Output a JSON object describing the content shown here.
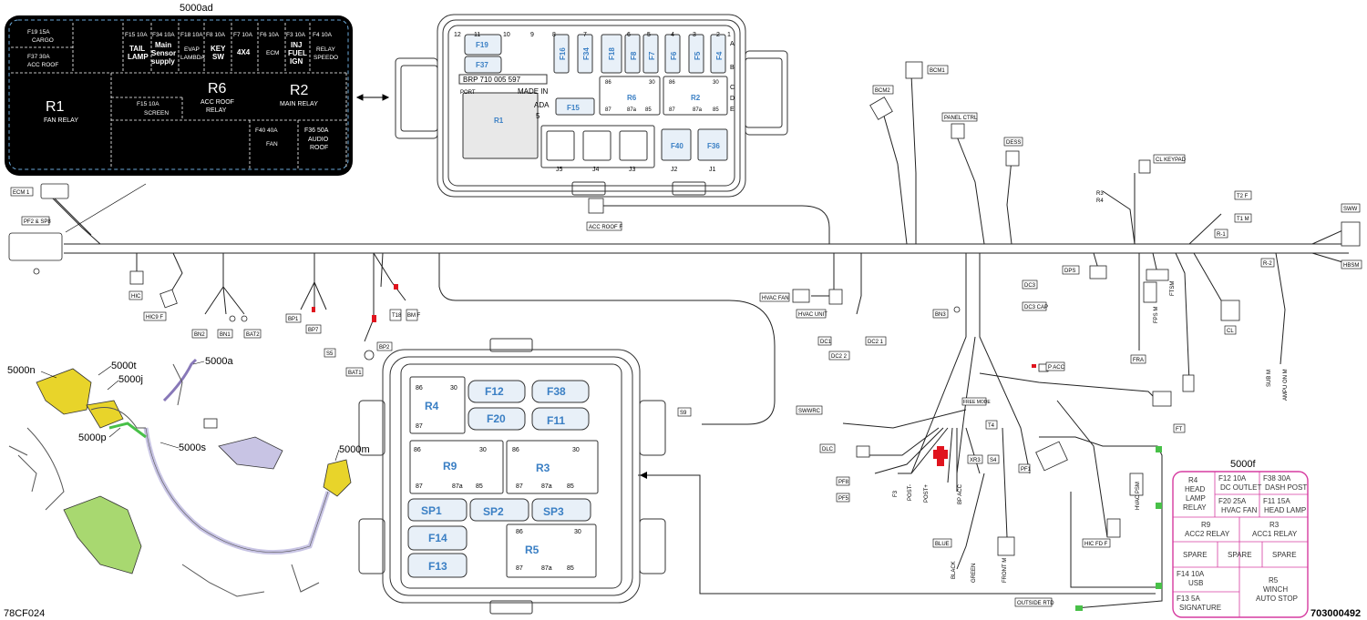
{
  "top_left_box": {
    "title": "5000ad",
    "cells": [
      {
        "id": "c1",
        "line1": "F19     15A",
        "line2": "CARGO"
      },
      {
        "id": "c2",
        "line1": "F37     30A",
        "line2": "ACC ROOF"
      },
      {
        "id": "c3",
        "line1": "F15 10A",
        "line2": "TAIL",
        "line3": "LAMP"
      },
      {
        "id": "c4",
        "line1": "F34 10A",
        "line2": "Main",
        "line3": "Sensor",
        "line4": "supply"
      },
      {
        "id": "c5",
        "line1": "F18 10A",
        "line2": "EVAP",
        "line3": "LAMBDA"
      },
      {
        "id": "c6",
        "line1": "F8 10A",
        "line2": "KEY",
        "line3": "SW"
      },
      {
        "id": "c7",
        "line1": "F7 10A",
        "line2": "4X4"
      },
      {
        "id": "c8",
        "line1": "F6 10A",
        "line2": "ECM"
      },
      {
        "id": "c9",
        "line1": "F3     10A",
        "line2": "INJ",
        "line3": "FUEL",
        "line4": "IGN"
      },
      {
        "id": "c10",
        "line1": "F4    10A",
        "line2": "RELAY",
        "line3": "SPEEDO"
      },
      {
        "id": "c11",
        "line1": "R1",
        "line2": "FAN RELAY"
      },
      {
        "id": "c12",
        "line1": "F15        10A",
        "line2": "SCREEN"
      },
      {
        "id": "c13",
        "line1": "R6",
        "line2": "ACC ROOF",
        "line3": "RELAY"
      },
      {
        "id": "c14",
        "line1": "R2",
        "line2": "MAIN RELAY"
      },
      {
        "id": "c15",
        "line1": "F40     40A",
        "line2": "FAN"
      },
      {
        "id": "c16",
        "line1": "F36 50A",
        "line2": "AUDIO",
        "line3": "ROOF"
      }
    ]
  },
  "fuse_box_top": {
    "pins_top": [
      "12",
      "11",
      "10",
      "9",
      "8",
      "7",
      "6",
      "5",
      "4",
      "3",
      "2",
      "1"
    ],
    "pins_side": [
      "A",
      "B",
      "C",
      "D",
      "E"
    ],
    "fuses": [
      "F19",
      "F37",
      "F16",
      "F34",
      "F18",
      "F8",
      "F7",
      "F6",
      "F5",
      "F4",
      "F15",
      "F40",
      "F36"
    ],
    "relays": [
      "R6",
      "R2",
      "R1"
    ],
    "relay_pins": [
      "86",
      "30",
      "87",
      "87a",
      "85"
    ],
    "part_number": "BRP 710 005 597",
    "made_in": "MADE IN",
    "ada": "ADA",
    "port": "PORT",
    "small_num": "5",
    "jacks": [
      "J5",
      "J4",
      "J3",
      "J2",
      "J1"
    ]
  },
  "fuse_box_bottom": {
    "relays": [
      "R4",
      "R9",
      "R3",
      "R5"
    ],
    "fuses": [
      "F12",
      "F38",
      "F20",
      "F11",
      "F14",
      "F13"
    ],
    "spares": [
      "SP1",
      "SP2",
      "SP3"
    ],
    "relay_pins": [
      "86",
      "30",
      "87",
      "87a",
      "85"
    ]
  },
  "harness_labels": {
    "ecm1": "ECM 1",
    "pf2": "PF2 & SP8",
    "hic": "HIC",
    "hic9": "HIC9 F",
    "bn2": "BN2",
    "bn1": "BN1",
    "bat2": "BAT2",
    "bp1": "BP1",
    "bp7": "BP7",
    "s5": "S5",
    "bat1": "BAT1",
    "bp2": "BP2",
    "t18": "T18",
    "bm": "BM F",
    "acc_roof": "ACC ROOF F",
    "bcm1": "BCM1",
    "bcm2": "BCM2",
    "panel_ctrl": "PANEL CTRL",
    "dess": "DESS",
    "cl_keypad": "CL KEYPAD",
    "r3r4": "R3",
    "r4": "R4",
    "t2": "T2 F",
    "t1": "T1 M",
    "r1": "R-1",
    "r2": "R-2",
    "sww": "SWW",
    "hbsm": "HBSM",
    "dps": "DPS",
    "fps": "FPS M",
    "fts": "FTSM",
    "fra": "FRA",
    "cl": "CL",
    "sub_m": "SUB M",
    "ampu": "AMPU ON M",
    "hvac_fan": "HVAC FAN",
    "hvac_unit": "HVAC UNIT",
    "dc1": "DC1",
    "dc2_2": "DC2 2",
    "dc2_1": "DC2 1",
    "dc3": "DC3",
    "dc3cap": "DC3 CAP",
    "bn3": "BN3",
    "p_acc": "P ACC",
    "free_mode": "FREE MODE",
    "swwrc": "SWWRC",
    "t4": "T4",
    "s9": "S9",
    "dlc": "DLC",
    "pf8": "PF8",
    "pf5": "PF5",
    "f3": "F3",
    "post_minus": "POST-",
    "post_plus": "POST+",
    "bp_acc": "BP ACC",
    "xr3": "XR3",
    "s4": "S4",
    "pf1": "PF1",
    "ft": "FT",
    "hvac_psm": "HVAC PSM",
    "hic_fd": "HIC FD F",
    "blue": "BLUE",
    "black": "BLACK",
    "green": "GREEN",
    "front_m": "FRONT M",
    "outside_rtd": "OUTSIDE RTD"
  },
  "callouts": {
    "n": "5000n",
    "t": "5000t",
    "j": "5000j",
    "a": "5000a",
    "p": "5000p",
    "s": "5000s",
    "m": "5000m"
  },
  "pink_box": {
    "title": "5000f",
    "r4": [
      "R4",
      "HEAD",
      "LAMP",
      "RELAY"
    ],
    "f12": [
      "F12      10A",
      "DC OUTLET"
    ],
    "f38": [
      "F38      30A",
      "DASH POST"
    ],
    "f20": [
      "F20      25A",
      "HVAC FAN"
    ],
    "f11": [
      "F11      15A",
      "HEAD LAMP"
    ],
    "r9": [
      "R9",
      "ACC2 RELAY"
    ],
    "r3": [
      "R3",
      "ACC1 RELAY"
    ],
    "spare": "SPARE",
    "f14": [
      "F14      10A",
      "USB"
    ],
    "f13": [
      "F13       5A",
      "SIGNATURE"
    ],
    "r5": [
      "R5",
      "WINCH",
      "AUTO STOP"
    ]
  },
  "footer": {
    "left_code": "78CF024",
    "right_code": "703000492"
  },
  "colors": {
    "pink": "#d63ba0",
    "blue_text": "#3a7fc4",
    "yellow": "#e8d42a",
    "green": "#a8d870",
    "purple": "#c8c4e4",
    "red": "#e0141e"
  }
}
